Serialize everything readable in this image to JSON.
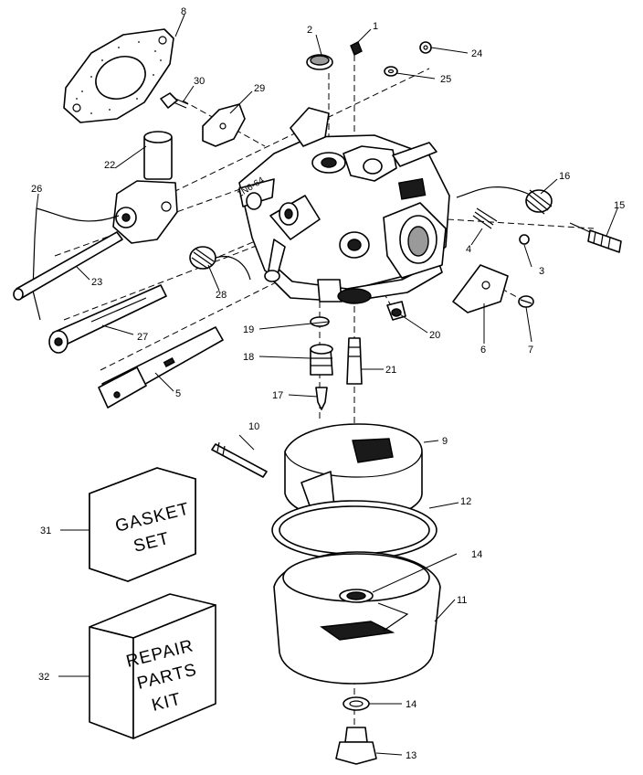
{
  "callouts": [
    {
      "number": "1"
    },
    {
      "number": "2"
    },
    {
      "number": "3"
    },
    {
      "number": "4"
    },
    {
      "number": "5"
    },
    {
      "number": "6"
    },
    {
      "number": "7"
    },
    {
      "number": "8"
    },
    {
      "number": "9"
    },
    {
      "number": "10"
    },
    {
      "number": "11"
    },
    {
      "number": "12"
    },
    {
      "number": "13"
    },
    {
      "number": "14"
    },
    {
      "number": "14"
    },
    {
      "number": "15"
    },
    {
      "number": "16"
    },
    {
      "number": "17"
    },
    {
      "number": "18"
    },
    {
      "number": "19"
    },
    {
      "number": "20"
    },
    {
      "number": "21"
    },
    {
      "number": "22"
    },
    {
      "number": "23"
    },
    {
      "number": "24"
    },
    {
      "number": "25"
    },
    {
      "number": "26"
    },
    {
      "number": "27"
    },
    {
      "number": "28"
    },
    {
      "number": "29"
    },
    {
      "number": "30"
    },
    {
      "number": "31"
    },
    {
      "number": "32"
    }
  ],
  "gasket_box": {
    "line1": "GASKET",
    "line2": "SET"
  },
  "repair_box": {
    "line1": "REPAIR",
    "line2": "PARTS",
    "line3": "KIT"
  },
  "body_casting_mark": "1N6-64"
}
